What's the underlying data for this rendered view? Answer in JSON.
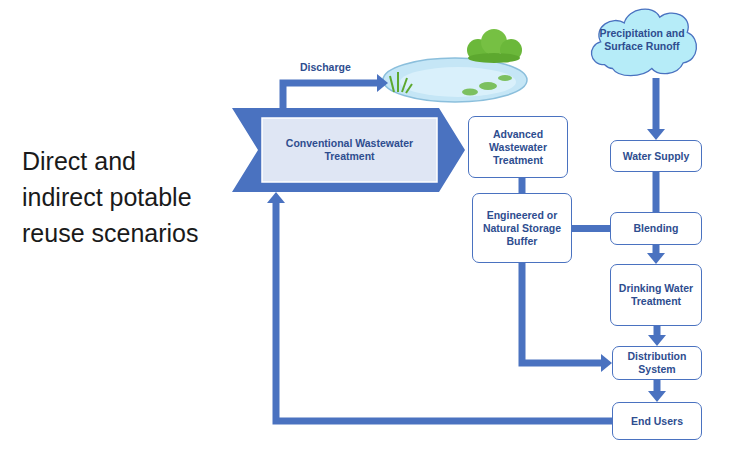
{
  "diagram": {
    "title": "Direct and indirect potable reuse scenarios",
    "nodes": [
      {
        "text": [
          "Conventional Wastewater Treatment"
        ]
      },
      {
        "text": [
          "Advanced Wastewater Treatment"
        ]
      },
      {
        "text": [
          "Precipitation and Surface Runoff"
        ]
      },
      {
        "text": [
          "Water Supply"
        ]
      },
      {
        "text": [
          "Engineered or Natural Storage Buffer"
        ]
      },
      {
        "text": [
          "Blending"
        ]
      },
      {
        "text": [
          "Drinking Water Treatment"
        ]
      },
      {
        "text": [
          "Distribution System"
        ]
      },
      {
        "text": [
          "End Users"
        ]
      }
    ],
    "edges": [
      {
        "from": 2,
        "to": 3,
        "arrow": "to"
      },
      {
        "from": 3,
        "to": 5,
        "arrow": "none"
      },
      {
        "from": 1,
        "to": 4,
        "arrow": "none"
      },
      {
        "from": 4,
        "to": 5,
        "arrow": "none"
      },
      {
        "from": 5,
        "to": 6,
        "arrow": "to"
      },
      {
        "from": 6,
        "to": 7,
        "arrow": "to"
      },
      {
        "from": 7,
        "to": 8,
        "arrow": "to"
      },
      {
        "from": 4,
        "to": 7,
        "arrow": "to"
      },
      {
        "from": 8,
        "to": 0,
        "arrow": "to"
      }
    ],
    "labels": [
      "Discharge"
    ]
  }
}
